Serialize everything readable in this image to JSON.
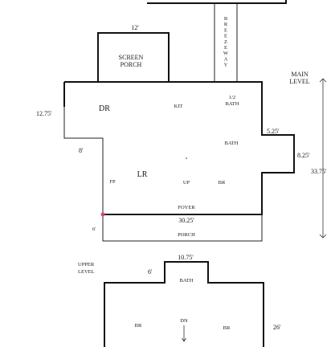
{
  "main": {
    "screen_porch": [
      "SCREEN",
      "PORCH"
    ],
    "screen_porch_width": "12'",
    "breezeway": [
      "B",
      "R",
      "E",
      "E",
      "Z",
      "E",
      "W",
      "A",
      "Y"
    ],
    "level": [
      "MAIN",
      "LEVEL"
    ],
    "rooms": {
      "dr": "DR",
      "kit": "KIT",
      "half_bath": [
        "1/2",
        "BATH"
      ],
      "bath": "BATH",
      "fp": "FP",
      "lr": "LR",
      "up": "UP",
      "br": "BR",
      "foyer": "FOYER",
      "porch": "PORCH"
    },
    "dims": {
      "left_top": "12.75'",
      "left_mid": "8'",
      "right_notch_top": "5.25'",
      "right_notch_side": "8.25'",
      "overall_depth": "33.75'",
      "foyer_width": "30.25'",
      "porch_depth": "6'"
    }
  },
  "upper": {
    "level": [
      "UPPER",
      "LEVEL"
    ],
    "top_width": "10.75'",
    "left_step": "6'",
    "rooms": {
      "bath": "BATH",
      "br_left": "BR",
      "dn": "DN",
      "br_right": "BR"
    },
    "depth": "26'"
  }
}
